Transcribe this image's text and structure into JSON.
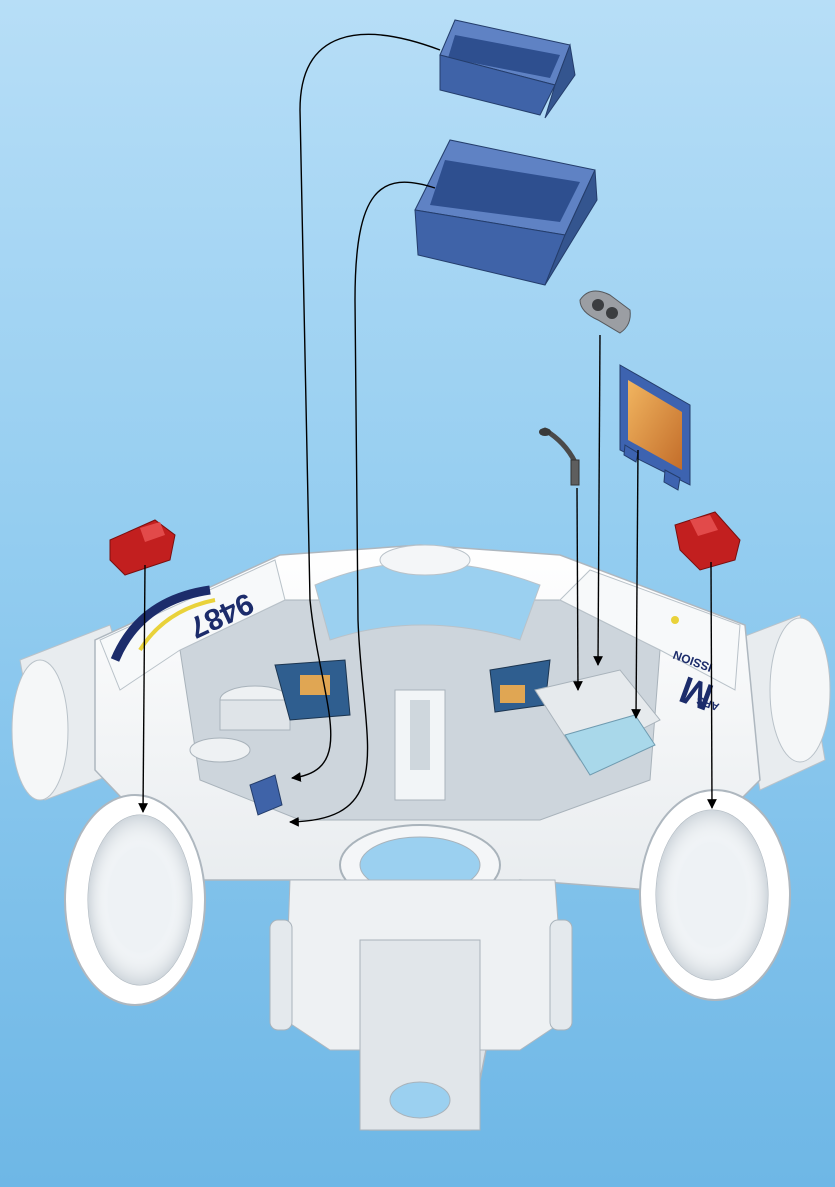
{
  "diagram": {
    "type": "assembly-instruction",
    "module_number": "9487",
    "logo_text": "MARS MISSION",
    "logo_text_parts": [
      "M",
      "ARS",
      "ISSION"
    ],
    "parts": [
      {
        "name": "small blue tray",
        "color": "#3f63a8",
        "target": "left interior slot upper"
      },
      {
        "name": "large blue tray",
        "color": "#3f63a8",
        "target": "left interior slot lower"
      },
      {
        "name": "camera",
        "color": "#8e9196",
        "target": "right console"
      },
      {
        "name": "monitor screen",
        "color": "#3d63b0",
        "target": "right console panel"
      },
      {
        "name": "microphone",
        "color": "#4a4a4a",
        "target": "right console"
      },
      {
        "name": "red clip left",
        "color": "#c21f1f",
        "target": "left hatch ring"
      },
      {
        "name": "red clip right",
        "color": "#c21f1f",
        "target": "right hatch ring"
      }
    ],
    "colors": {
      "background_top": "#b7def7",
      "background_bottom": "#6eb7e6",
      "body": "#f2f4f5",
      "body_shadow": "#c9d0d6",
      "tray_blue": "#3f63a8",
      "clip_red": "#c21f1f",
      "arrow": "#000000",
      "logo_navy": "#1c2c6b",
      "logo_yellow": "#e9d23a"
    }
  }
}
